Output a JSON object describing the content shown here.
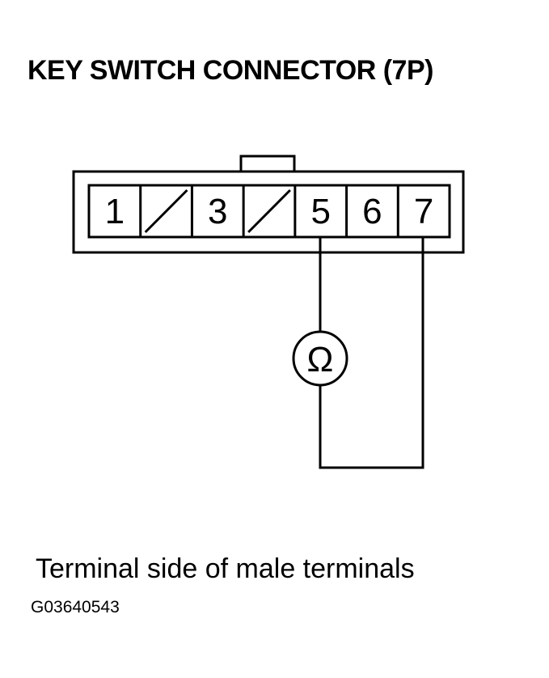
{
  "title": "KEY SWITCH CONNECTOR (7P)",
  "connector": {
    "pins": [
      {
        "label": "1",
        "blank": false
      },
      {
        "label": "",
        "blank": true
      },
      {
        "label": "3",
        "blank": false
      },
      {
        "label": "",
        "blank": true
      },
      {
        "label": "5",
        "blank": false
      },
      {
        "label": "6",
        "blank": false
      },
      {
        "label": "7",
        "blank": false
      }
    ]
  },
  "meter": {
    "symbol": "Ω",
    "icon": "ohmmeter-icon"
  },
  "caption": "Terminal side of male terminals",
  "code": "G03640543",
  "colors": {
    "line": "#000000",
    "background": "#ffffff"
  }
}
